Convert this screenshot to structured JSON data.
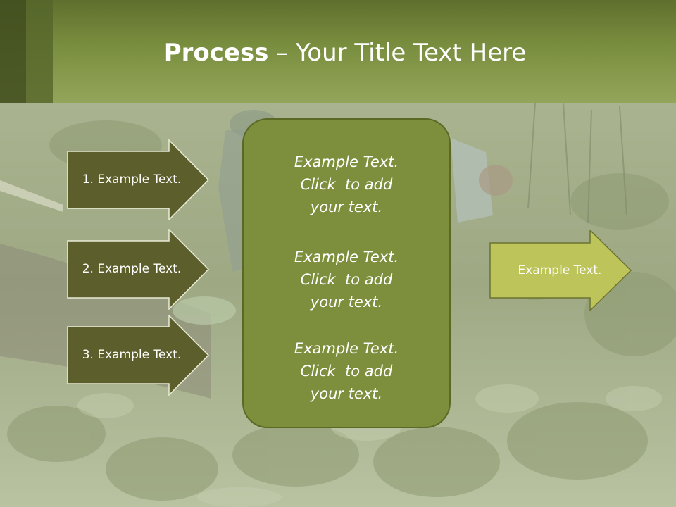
{
  "title": {
    "bold": "Process",
    "rest": " – Your Title Text Here"
  },
  "steps": [
    {
      "label": "1. Example Text."
    },
    {
      "label": "2. Example Text."
    },
    {
      "label": "3. Example Text."
    }
  ],
  "center_blocks": [
    {
      "lines": [
        "Example Text.",
        "Click  to add",
        "your text."
      ]
    },
    {
      "lines": [
        "Example Text.",
        "Click  to add",
        "your text."
      ]
    },
    {
      "lines": [
        "Example Text.",
        "Click  to add",
        "your text."
      ]
    }
  ],
  "result": {
    "label": "Example Text."
  },
  "colors": {
    "title_bar": "#7a8e3f",
    "step_arrow_fill": "#5c5f2c",
    "center_box_fill": "#7d8f3d",
    "result_arrow_fill": "#bcc45a"
  }
}
